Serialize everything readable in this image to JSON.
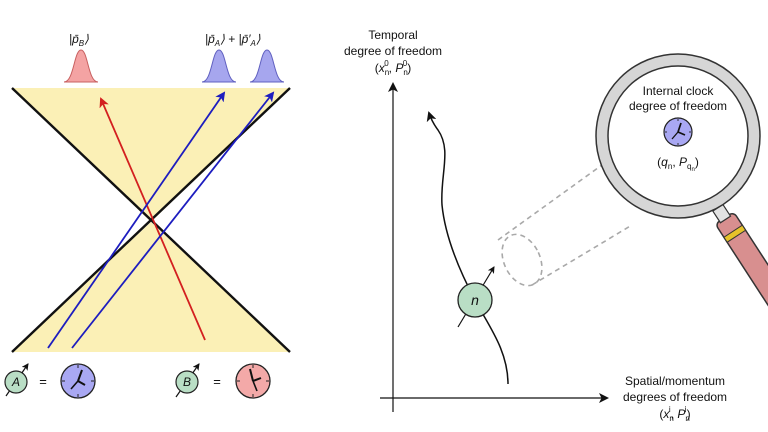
{
  "left_panel": {
    "label_b_top": "|p̄",
    "label_b_sub": "B",
    "label_b_end": "⟩",
    "label_a_top": "|p̄",
    "label_a_sub": "A",
    "label_a_mid": "⟩ + |p̄′",
    "label_a_sub2": "A",
    "label_a_end": "⟩",
    "particle_a": "A",
    "particle_b": "B",
    "equals_a": "=",
    "equals_b": "=",
    "colors": {
      "cone_fill": "#fbf0b6",
      "red_ray": "#d32020",
      "blue_ray": "#1d1dbf",
      "clock_a": "#a9a8f3",
      "clock_b": "#f3a9a8",
      "particle_fill": "#b9dec5",
      "gauss_red": "#f4a3a3",
      "gauss_blue": "#a6a6ee"
    }
  },
  "right_panel": {
    "y_axis_line1": "Temporal",
    "y_axis_line2": "degree of freedom",
    "y_axis_var1": "x",
    "y_axis_var1_sub": "n",
    "y_axis_var1_sup": "0",
    "y_axis_sep": ",",
    "y_axis_var2": "P",
    "y_axis_var2_sub": "n",
    "y_axis_var2_sup": "0",
    "x_axis_line1": "Spatial/momentum",
    "x_axis_line2": "degrees of freedom",
    "x_axis_var1": "x",
    "x_axis_var1_sub": "n",
    "x_axis_var1_sup": "i",
    "x_axis_sep": ",",
    "x_axis_var2": "P",
    "x_axis_var2_sub": "n",
    "x_axis_var2_sup": "i",
    "particle_n": "n",
    "lens_line1": "Internal clock",
    "lens_line2": "degree of freedom",
    "lens_var1": "q",
    "lens_var1_sub": "n",
    "lens_sep": ",",
    "lens_var2": "P",
    "lens_var2_sub": "q",
    "lens_var2_subsub": "n",
    "colors": {
      "handle": "#d88f8f",
      "band": "#e6c22a",
      "lens_rim": "#d6d6d6",
      "dash": "#a9a9a9"
    }
  }
}
